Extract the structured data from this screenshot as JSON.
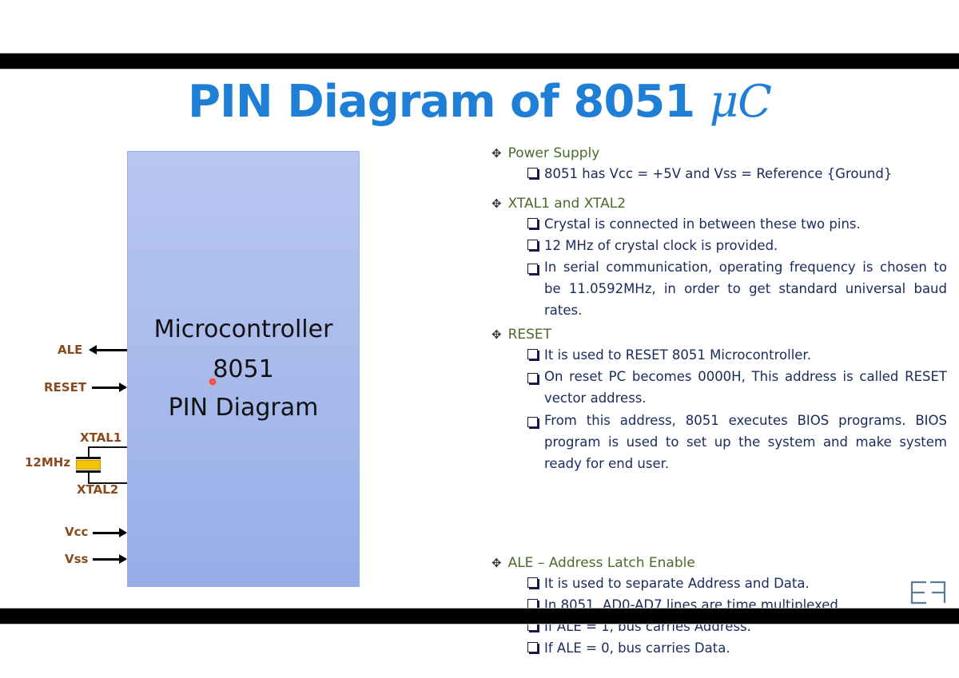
{
  "slide": {
    "title": "PIN Diagram of 8051 ",
    "title_symbol": "μC",
    "title_color": "#1f7fd6",
    "chip": {
      "line1": "Microcontroller",
      "line2": "8051",
      "line3": "PIN Diagram",
      "fill_color": "#a9bbec"
    },
    "pins": {
      "ale": "ALE",
      "reset": "RESET",
      "xtal1": "XTAL1",
      "crystal": "12MHz",
      "xtal2": "XTAL2",
      "vcc": "Vcc",
      "vss": "Vss",
      "label_color": "#8b4a1e"
    },
    "sections": [
      {
        "heading": "Power Supply",
        "items": [
          "8051 has Vcc = +5V and Vss = Reference {Ground}"
        ]
      },
      {
        "heading": "XTAL1 and XTAL2",
        "items": [
          "Crystal is connected in between these two pins.",
          "12 MHz of crystal clock is provided.",
          "In serial communication, operating frequency is chosen to be 11.0592MHz, in order to get standard universal baud rates."
        ]
      },
      {
        "heading": "RESET",
        "items": [
          "It is used to RESET 8051 Microcontroller.",
          "On reset PC becomes 0000H, This address is called RESET vector address.",
          "From this address, 8051 executes BIOS programs. BIOS program is used to set up the system and make system ready for end user."
        ]
      },
      {
        "heading": "ALE – Address Latch Enable",
        "items": [
          "It is used to separate Address and Data.",
          "In 8051, AD0-AD7 lines are time multiplexed.",
          "If ALE = 1, bus carries Address.",
          "If ALE = 0, bus carries Data."
        ]
      }
    ],
    "bullet_icon": "diamond-dots-icon",
    "subbullet_icon": "checkbox-square-icon"
  },
  "watermark": {
    "icon": "ef-logo-icon"
  }
}
